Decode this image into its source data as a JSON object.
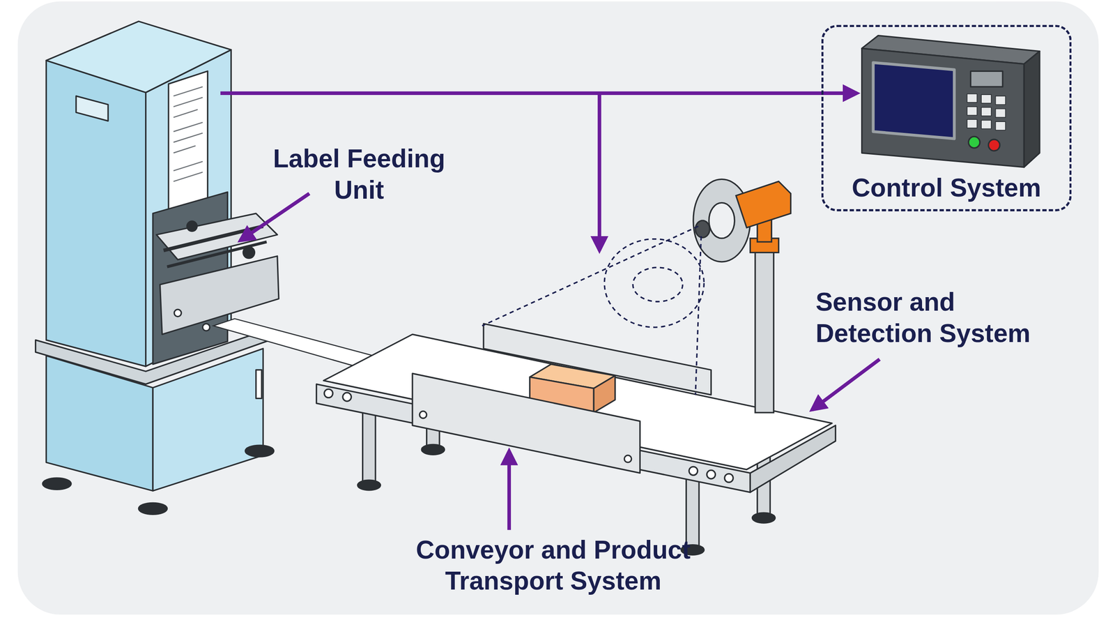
{
  "diagram": {
    "nodes": [
      {
        "text": [
          "Control System"
        ]
      }
    ],
    "labels": [
      "Label Feeding Unit",
      "Sensor and Detection System",
      "Conveyor and Product Transport System"
    ]
  }
}
